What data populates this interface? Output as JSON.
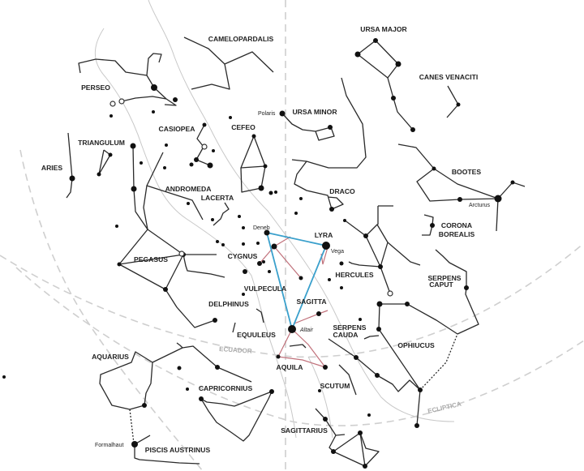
{
  "constellations": {
    "camelopardalis": "CAMELOPARDALIS",
    "perseo": "PERSEO",
    "casiopea": "CASIOPEA",
    "cefeo": "CEFEO",
    "ursa_minor": "URSA MINOR",
    "ursa_major": "URSA MAJOR",
    "canes_venaciti": "CANES VENACITI",
    "triangulum": "TRIANGULUM",
    "aries": "ARIES",
    "andromeda": "ANDROMEDA",
    "lacerta": "LACERTA",
    "draco": "DRACO",
    "bootes": "BOOTES",
    "corona_borealis_1": "CORONA",
    "corona_borealis_2": "BOREALIS",
    "lyra": "LYRA",
    "cygnus": "CYGNUS",
    "pegasus": "PEGASUS",
    "hercules": "HERCULES",
    "serpens_caput_1": "SERPENS",
    "serpens_caput_2": "CAPUT",
    "vulpecula": "VULPECULA",
    "sagitta": "SAGITTA",
    "delphinus": "DELPHINUS",
    "equuleus": "EQUULEUS",
    "serpens_cauda_1": "SERPENS",
    "serpens_cauda_2": "CAUDA",
    "ophiucus": "OPHIUCUS",
    "aquarius": "AQUARIUS",
    "aquila": "AQUILA",
    "scutum": "SCUTUM",
    "capricornius": "CAPRICORNIUS",
    "sagittarius": "SAGITTARIUS",
    "piscis_austrinus": "PISCIS AUSTRINUS"
  },
  "stars": {
    "polaris": "Polaris",
    "arcturus": "Arcturus",
    "deneb": "Deneb",
    "vega": "Vega",
    "altair": "Altair",
    "formalhaut": "Formalhaut"
  },
  "reference_lines": {
    "equator": "ECUADOR",
    "ecliptic": "ECLIPTICA"
  },
  "colors": {
    "summer_triangle": "#3aa0cc",
    "asterism_lines": "#c0707a"
  }
}
